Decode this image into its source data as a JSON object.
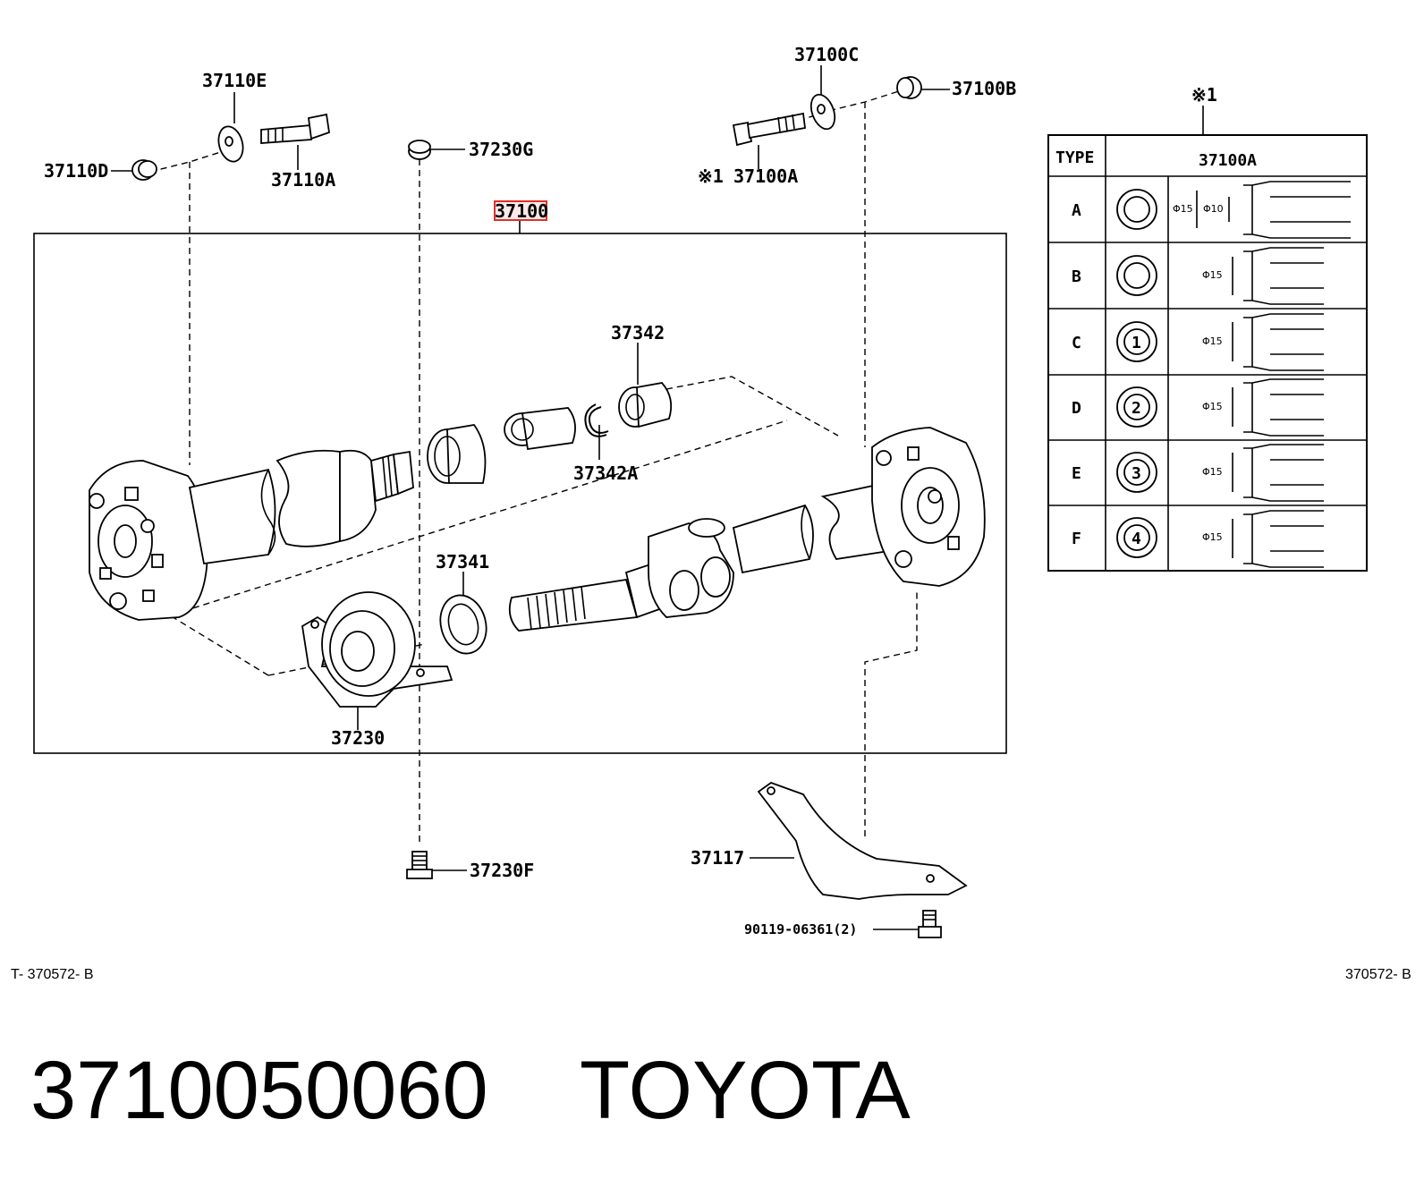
{
  "labels": {
    "p37110E": "37110E",
    "p37110D": "37110D",
    "p37110A": "37110A",
    "p37230G": "37230G",
    "p37100C": "37100C",
    "p37100B": "37100B",
    "p37100A_mark": "※1",
    "p37100A": "37100A",
    "p37100": "37100",
    "p37342": "37342",
    "p37342A": "37342A",
    "p37341": "37341",
    "p37230": "37230",
    "p37117": "37117",
    "p37230F": "37230F",
    "p90119": "90119-06361(2)"
  },
  "type_table": {
    "note_mark": "※1",
    "header_type": "TYPE",
    "header_part": "37100A",
    "rows": [
      {
        "type": "A",
        "mark": "",
        "dims": [
          "Φ15",
          "Φ10"
        ]
      },
      {
        "type": "B",
        "mark": "",
        "dims": [
          "Φ15"
        ]
      },
      {
        "type": "C",
        "mark": "1",
        "dims": [
          "Φ15"
        ]
      },
      {
        "type": "D",
        "mark": "2",
        "dims": [
          "Φ15"
        ]
      },
      {
        "type": "E",
        "mark": "3",
        "dims": [
          "Φ15"
        ]
      },
      {
        "type": "F",
        "mark": "4",
        "dims": [
          "Φ15"
        ]
      }
    ]
  },
  "footer": {
    "ref_left": "T- 370572- B",
    "ref_right": "370572- B",
    "part_number": "3710050060",
    "brand": "TOYOTA"
  },
  "colors": {
    "line": "#000000",
    "highlight_box": "#e0302a",
    "background": "#ffffff"
  }
}
